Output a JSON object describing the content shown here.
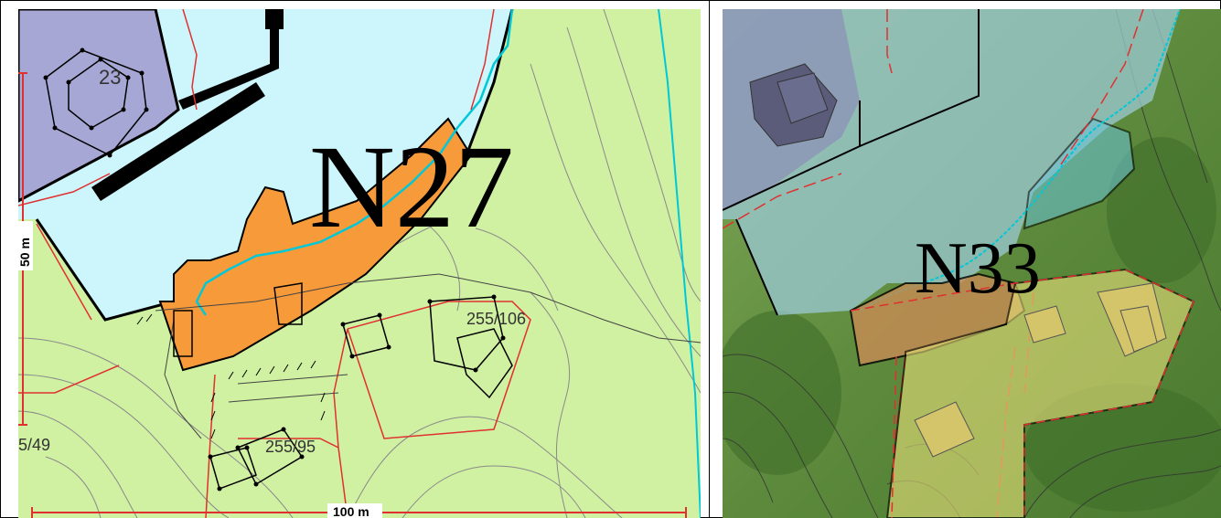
{
  "left_map": {
    "zone_label": "N27",
    "property_labels": [
      "23",
      "255/106",
      "255/95",
      "5/49"
    ],
    "scale_vertical": "50 m",
    "scale_horizontal": "100 m",
    "colors": {
      "land": "#d0f0a2",
      "water": "#ccf6fb",
      "residential": "#a7a7d6",
      "zone": "#f79a3a",
      "shoreline": "#00c8d8",
      "boundary": "#e03030",
      "contour": "#8a8a8a"
    }
  },
  "right_map": {
    "zone_label": "N33",
    "colors": {
      "aerial_green": "#6e9a4a",
      "water_overlay": "#9cc9d4",
      "zone_overlay": "#c98c55",
      "yellow_overlay": "#e8e07a",
      "boundary": "#e03030"
    }
  }
}
